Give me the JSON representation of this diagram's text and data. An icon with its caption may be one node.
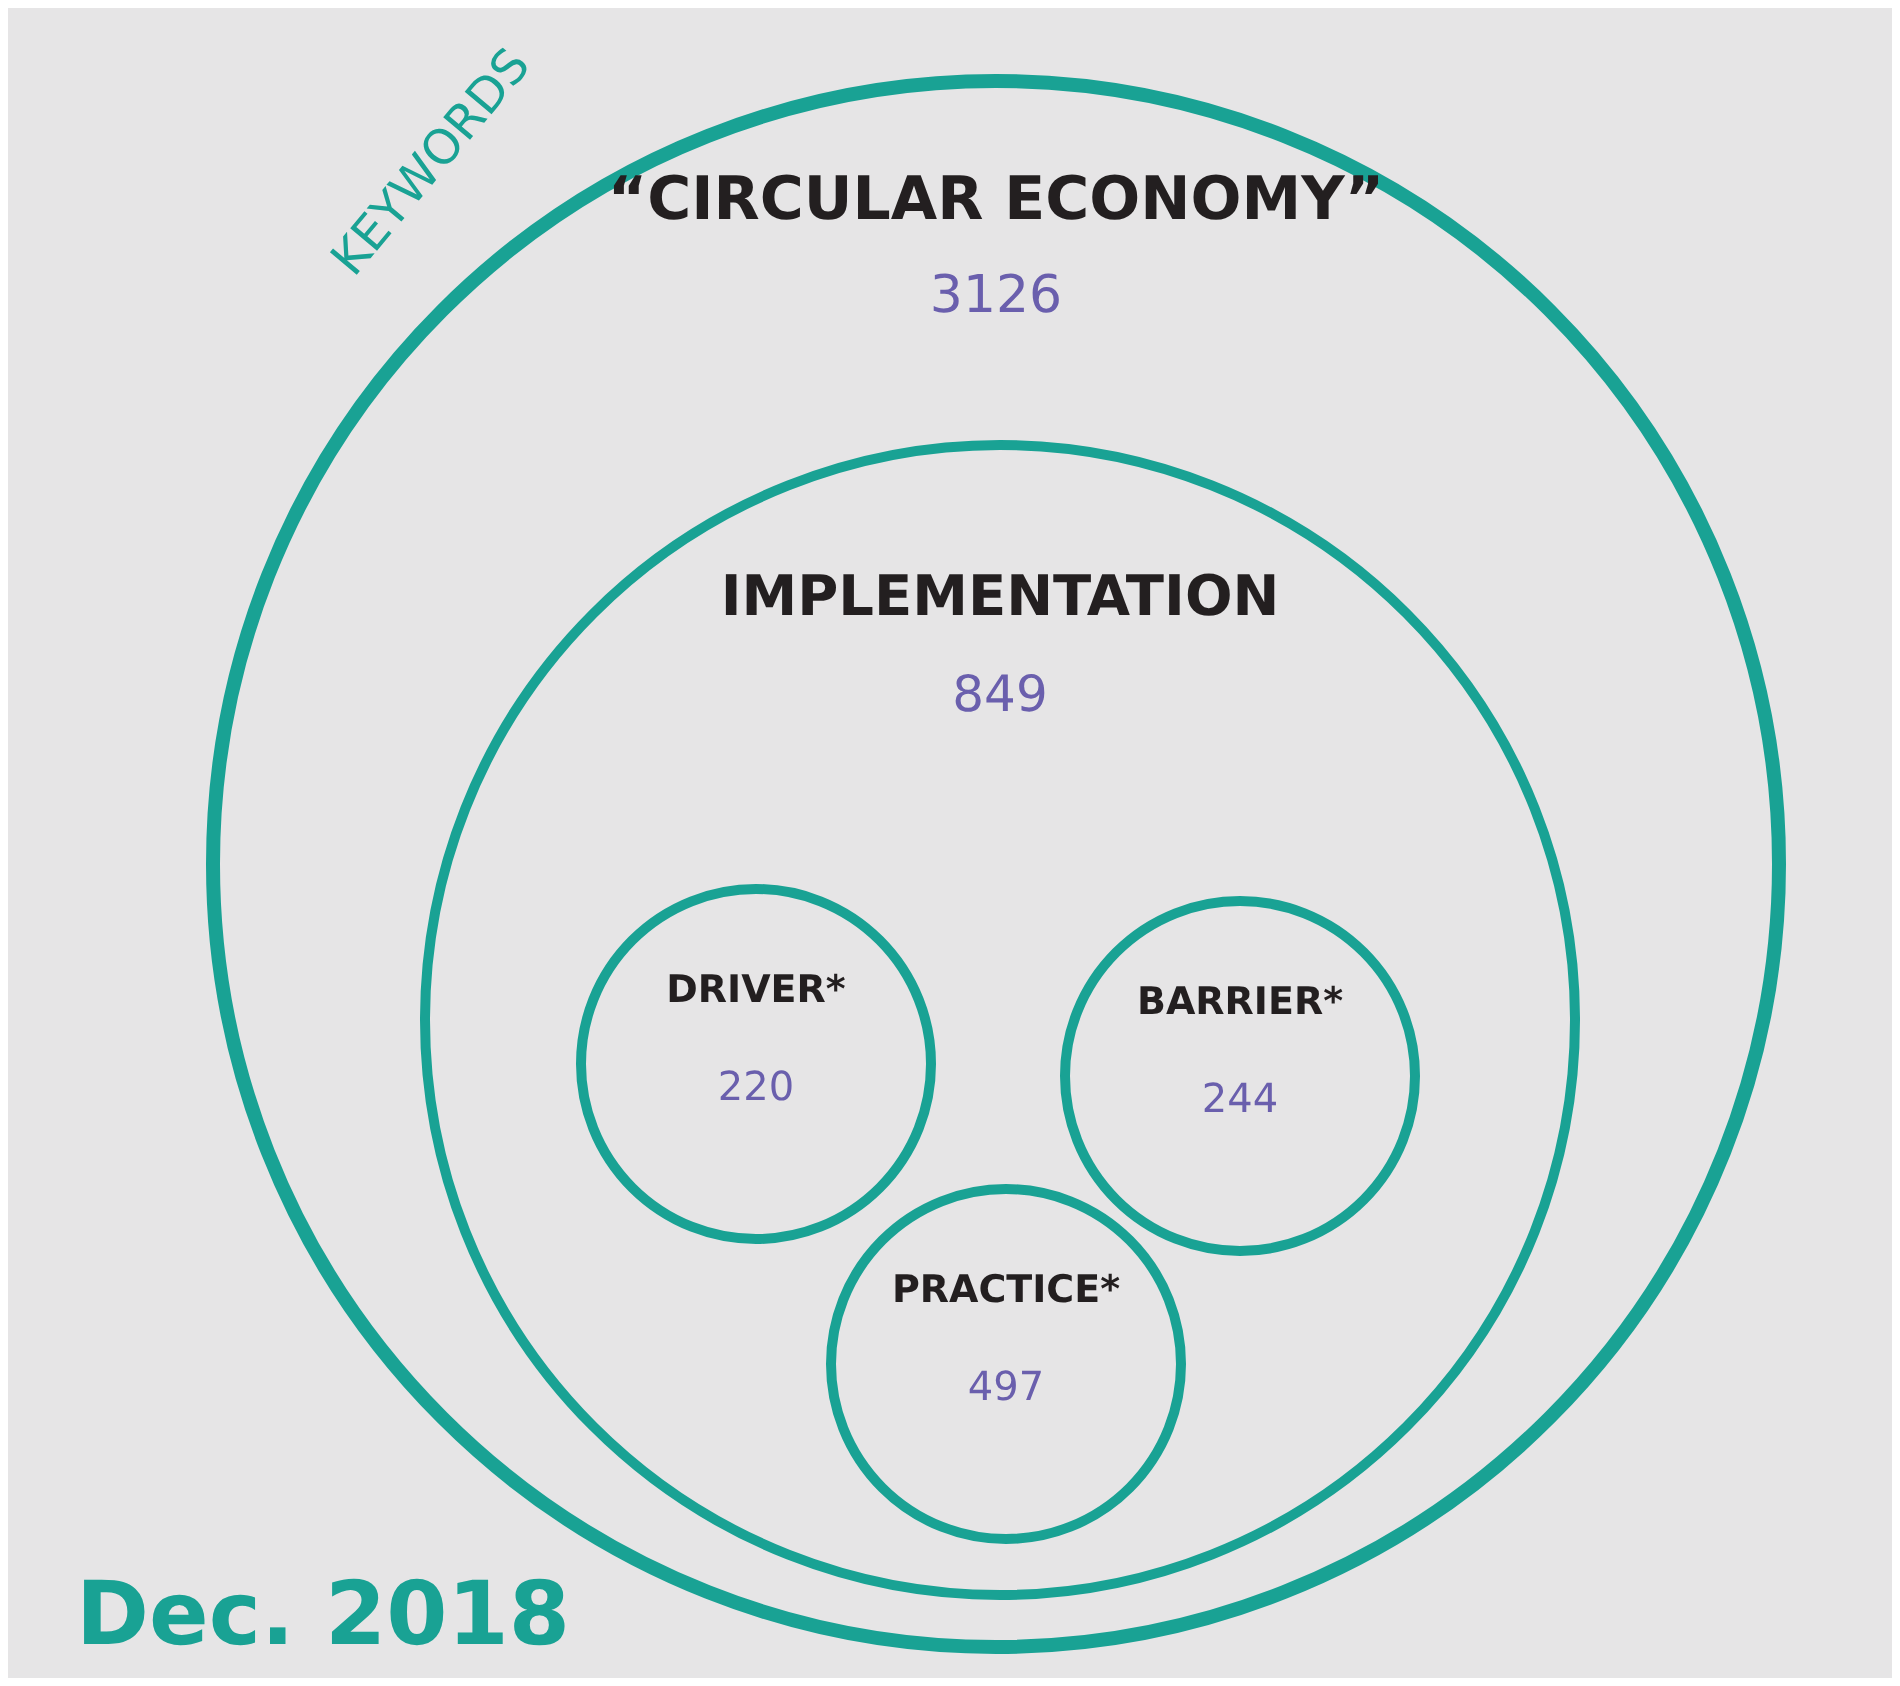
{
  "diagram": {
    "nodes": [
      {
        "text": [
          "“CIRCULAR ECONOMY”",
          "3126"
        ]
      },
      {
        "text": [
          "IMPLEMENTATION",
          "849"
        ],
        "in": 0
      },
      {
        "text": [
          "DRIVER*",
          "220"
        ],
        "in": 1
      },
      {
        "text": [
          "BARRIER*",
          "244"
        ],
        "in": 1
      },
      {
        "text": [
          "PRACTICE*",
          "497"
        ],
        "in": 1
      }
    ],
    "edges": [],
    "labels": [
      "KEYWORDS",
      "Dec. 2018"
    ]
  }
}
